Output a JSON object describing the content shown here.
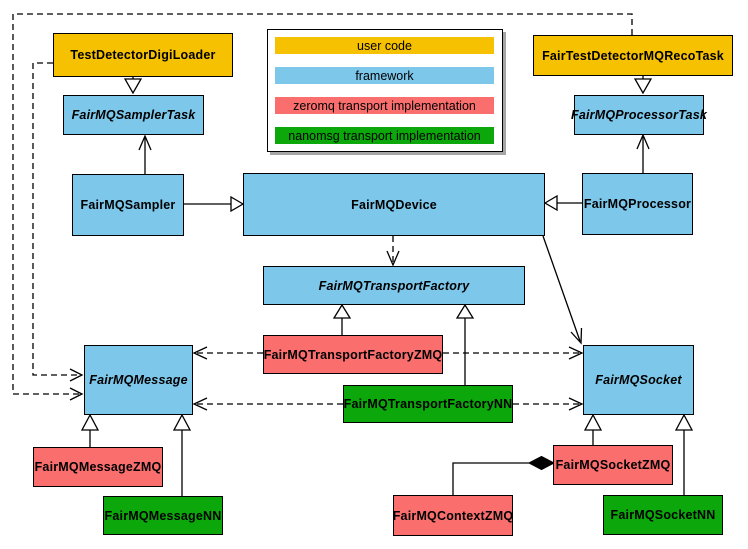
{
  "legend": {
    "items": [
      {
        "label": "user code",
        "color": "#f6c101"
      },
      {
        "label": "framework",
        "color": "#7cc7ea"
      },
      {
        "label": "zeromq transport implementation",
        "color": "#fa6e6e"
      },
      {
        "label": "nanomsg transport implementation",
        "color": "#0ba70b"
      }
    ]
  },
  "nodes": {
    "digiloader": {
      "label": "TestDetectorDigiLoader",
      "category": "user code",
      "abstract": false
    },
    "recotask": {
      "label": "FairTestDetectorMQRecoTask",
      "category": "user code",
      "abstract": false
    },
    "samplertask": {
      "label": "FairMQSamplerTask",
      "category": "framework",
      "abstract": true
    },
    "processortask": {
      "label": "FairMQProcessorTask",
      "category": "framework",
      "abstract": true
    },
    "sampler": {
      "label": "FairMQSampler",
      "category": "framework",
      "abstract": false
    },
    "device": {
      "label": "FairMQDevice",
      "category": "framework",
      "abstract": false
    },
    "processor": {
      "label": "FairMQProcessor",
      "category": "framework",
      "abstract": false
    },
    "transportfactory": {
      "label": "FairMQTransportFactory",
      "category": "framework",
      "abstract": true
    },
    "factoryzmq": {
      "label": "FairMQTransportFactoryZMQ",
      "category": "zeromq transport implementation",
      "abstract": false
    },
    "factorynn": {
      "label": "FairMQTransportFactoryNN",
      "category": "nanomsg transport implementation",
      "abstract": false
    },
    "message": {
      "label": "FairMQMessage",
      "category": "framework",
      "abstract": true
    },
    "socket": {
      "label": "FairMQSocket",
      "category": "framework",
      "abstract": true
    },
    "messagezmq": {
      "label": "FairMQMessageZMQ",
      "category": "zeromq transport implementation",
      "abstract": false
    },
    "messagenn": {
      "label": "FairMQMessageNN",
      "category": "nanomsg transport implementation",
      "abstract": false
    },
    "contextzmq": {
      "label": "FairMQContextZMQ",
      "category": "zeromq transport implementation",
      "abstract": false
    },
    "socketzmq": {
      "label": "FairMQSocketZMQ",
      "category": "zeromq transport implementation",
      "abstract": false
    },
    "socketnn": {
      "label": "FairMQSocketNN",
      "category": "nanomsg transport implementation",
      "abstract": false
    }
  },
  "relationships": [
    {
      "from": "TestDetectorDigiLoader",
      "to": "FairMQSamplerTask",
      "type": "inheritance"
    },
    {
      "from": "FairTestDetectorMQRecoTask",
      "to": "FairMQProcessorTask",
      "type": "inheritance"
    },
    {
      "from": "FairMQSampler",
      "to": "FairMQDevice",
      "type": "inheritance"
    },
    {
      "from": "FairMQProcessor",
      "to": "FairMQDevice",
      "type": "inheritance"
    },
    {
      "from": "FairMQTransportFactoryZMQ",
      "to": "FairMQTransportFactory",
      "type": "inheritance"
    },
    {
      "from": "FairMQTransportFactoryNN",
      "to": "FairMQTransportFactory",
      "type": "inheritance"
    },
    {
      "from": "FairMQMessageZMQ",
      "to": "FairMQMessage",
      "type": "inheritance"
    },
    {
      "from": "FairMQMessageNN",
      "to": "FairMQMessage",
      "type": "inheritance"
    },
    {
      "from": "FairMQSocketZMQ",
      "to": "FairMQSocket",
      "type": "inheritance"
    },
    {
      "from": "FairMQSocketNN",
      "to": "FairMQSocket",
      "type": "inheritance"
    },
    {
      "from": "FairMQSampler",
      "to": "FairMQSamplerTask",
      "type": "association"
    },
    {
      "from": "FairMQProcessor",
      "to": "FairMQProcessorTask",
      "type": "association"
    },
    {
      "from": "FairMQDevice",
      "to": "FairMQSocket",
      "type": "association"
    },
    {
      "from": "FairMQDevice",
      "to": "FairMQTransportFactory",
      "type": "dependency"
    },
    {
      "from": "FairMQTransportFactoryZMQ",
      "to": "FairMQMessage",
      "type": "dependency"
    },
    {
      "from": "FairMQTransportFactoryZMQ",
      "to": "FairMQSocket",
      "type": "dependency"
    },
    {
      "from": "FairMQTransportFactoryNN",
      "to": "FairMQMessage",
      "type": "dependency"
    },
    {
      "from": "FairMQTransportFactoryNN",
      "to": "FairMQSocket",
      "type": "dependency"
    },
    {
      "from": "TestDetectorDigiLoader",
      "to": "FairMQMessage",
      "type": "dependency"
    },
    {
      "from": "FairTestDetectorMQRecoTask",
      "to": "FairMQMessage",
      "type": "dependency"
    },
    {
      "from": "FairMQContextZMQ",
      "to": "FairMQSocketZMQ",
      "type": "composition"
    }
  ]
}
